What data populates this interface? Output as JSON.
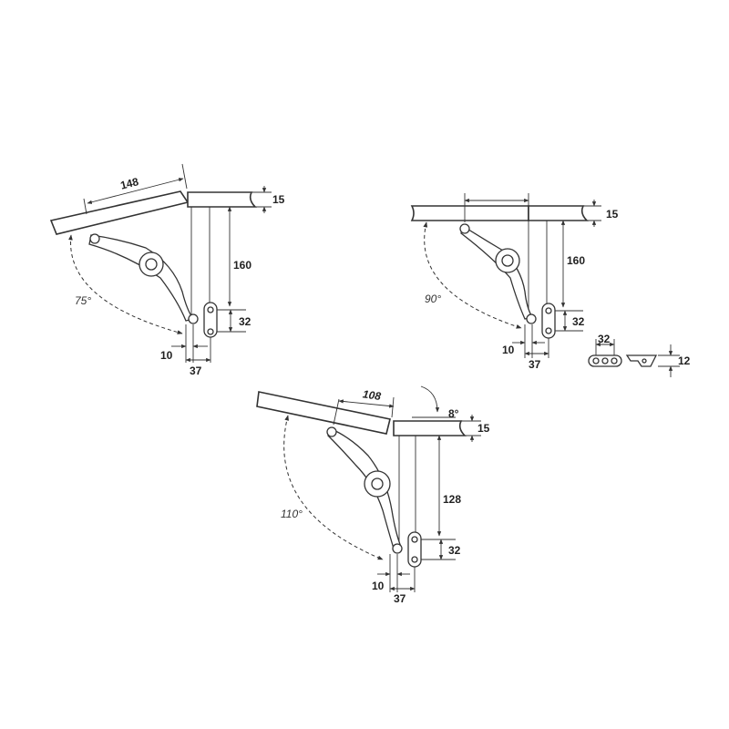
{
  "diagrams": [
    {
      "id": "hinge-75",
      "angle": "75°",
      "lid_length": "148",
      "board_thickness": "15",
      "height": "160",
      "plate_spacing": "32",
      "offset_small": "10",
      "offset_large": "37"
    },
    {
      "id": "hinge-90",
      "angle": "90°",
      "board_thickness": "15",
      "height": "160",
      "plate_spacing": "32",
      "offset_small": "10",
      "offset_large": "37"
    },
    {
      "id": "hinge-110",
      "angle": "110°",
      "lid_length": "108",
      "tilt_angle": "8°",
      "board_thickness": "15",
      "height": "128",
      "plate_spacing": "32",
      "offset_small": "10",
      "offset_large": "37"
    }
  ],
  "mount_plate": {
    "width": "32",
    "height": "12"
  }
}
